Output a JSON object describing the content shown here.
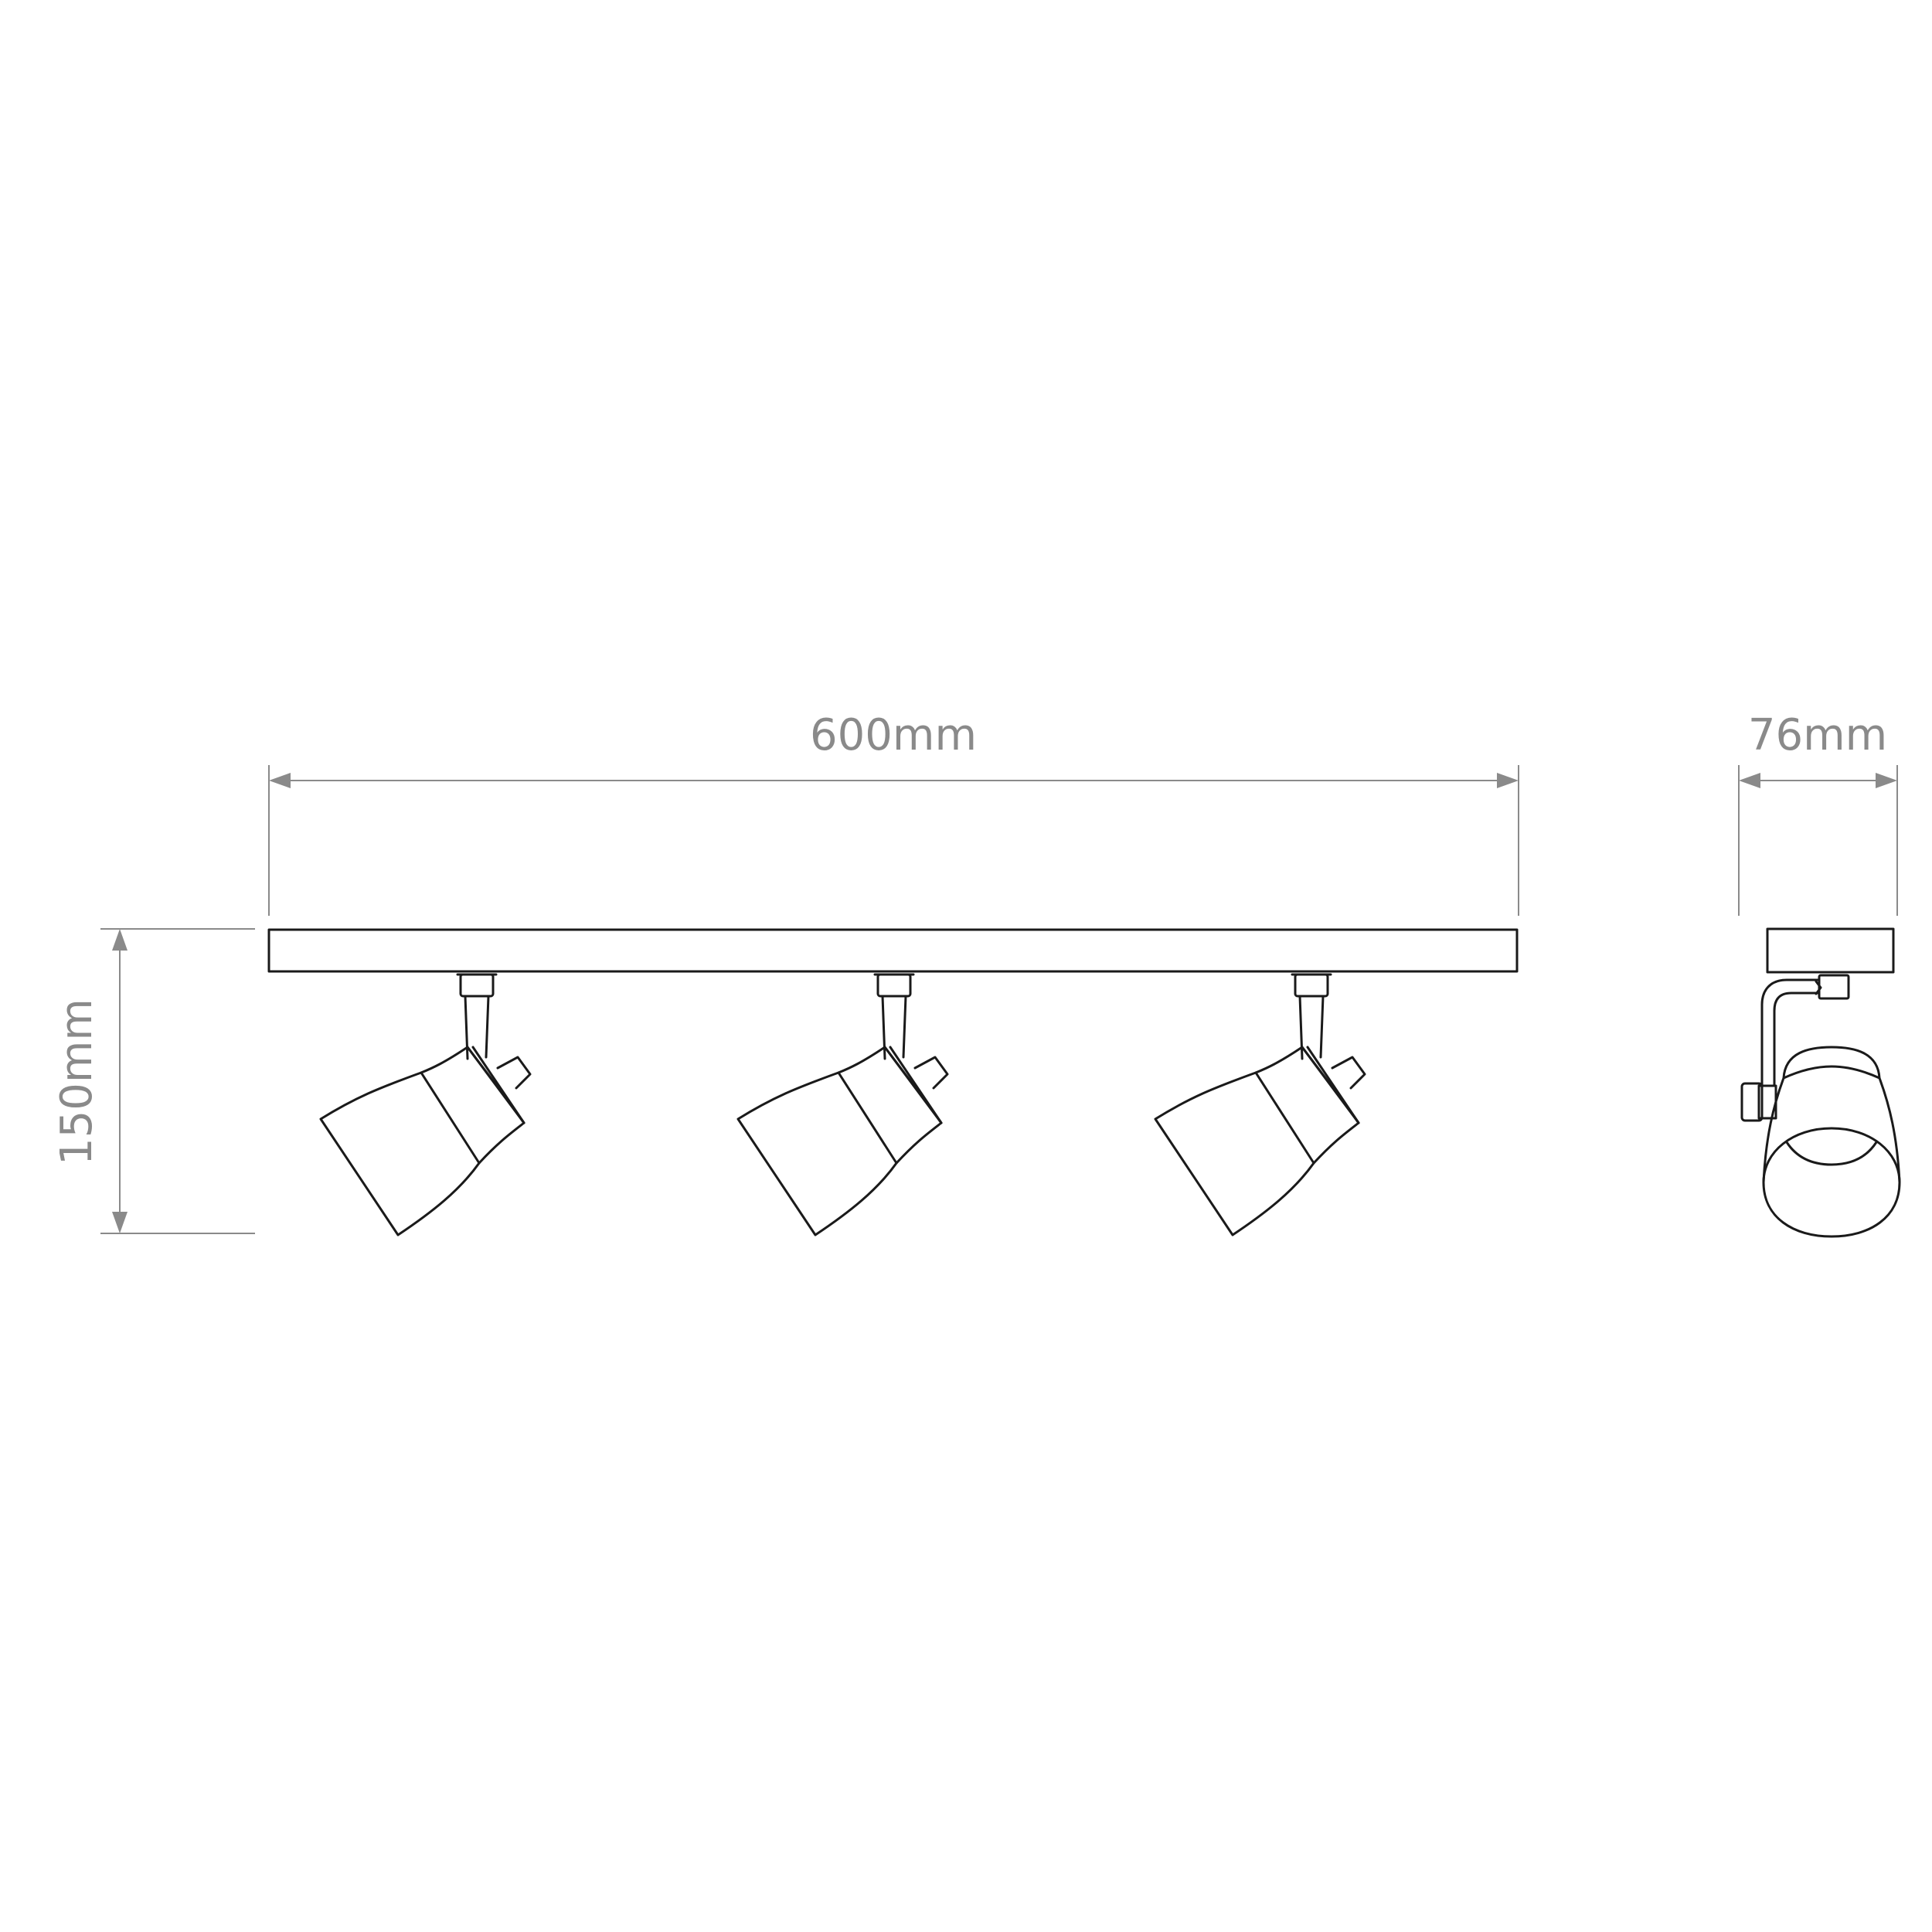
{
  "dimensions": {
    "length_label": "600mm",
    "depth_label": "76mm",
    "height_label": "150mm"
  },
  "colors": {
    "outline": "#1a1a1a",
    "dimension": "#8a8a8a",
    "background": "#ffffff"
  }
}
